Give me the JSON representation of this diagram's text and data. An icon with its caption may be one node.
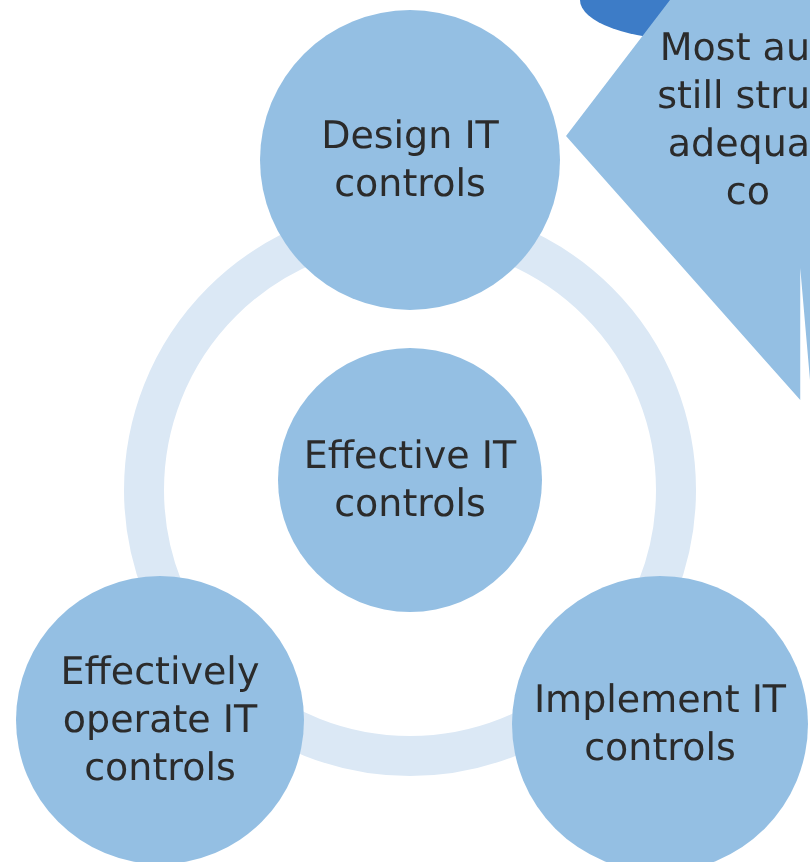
{
  "diagram": {
    "nodes": [
      {
        "text": [
          "Design IT controls"
        ]
      },
      {
        "text": [
          "Effective IT controls"
        ]
      },
      {
        "text": [
          "Effectively operate IT controls"
        ]
      },
      {
        "text": [
          "Implement IT controls"
        ]
      },
      {
        "text": [
          "Most au",
          "still stru",
          "adequa",
          "co"
        ]
      }
    ]
  }
}
